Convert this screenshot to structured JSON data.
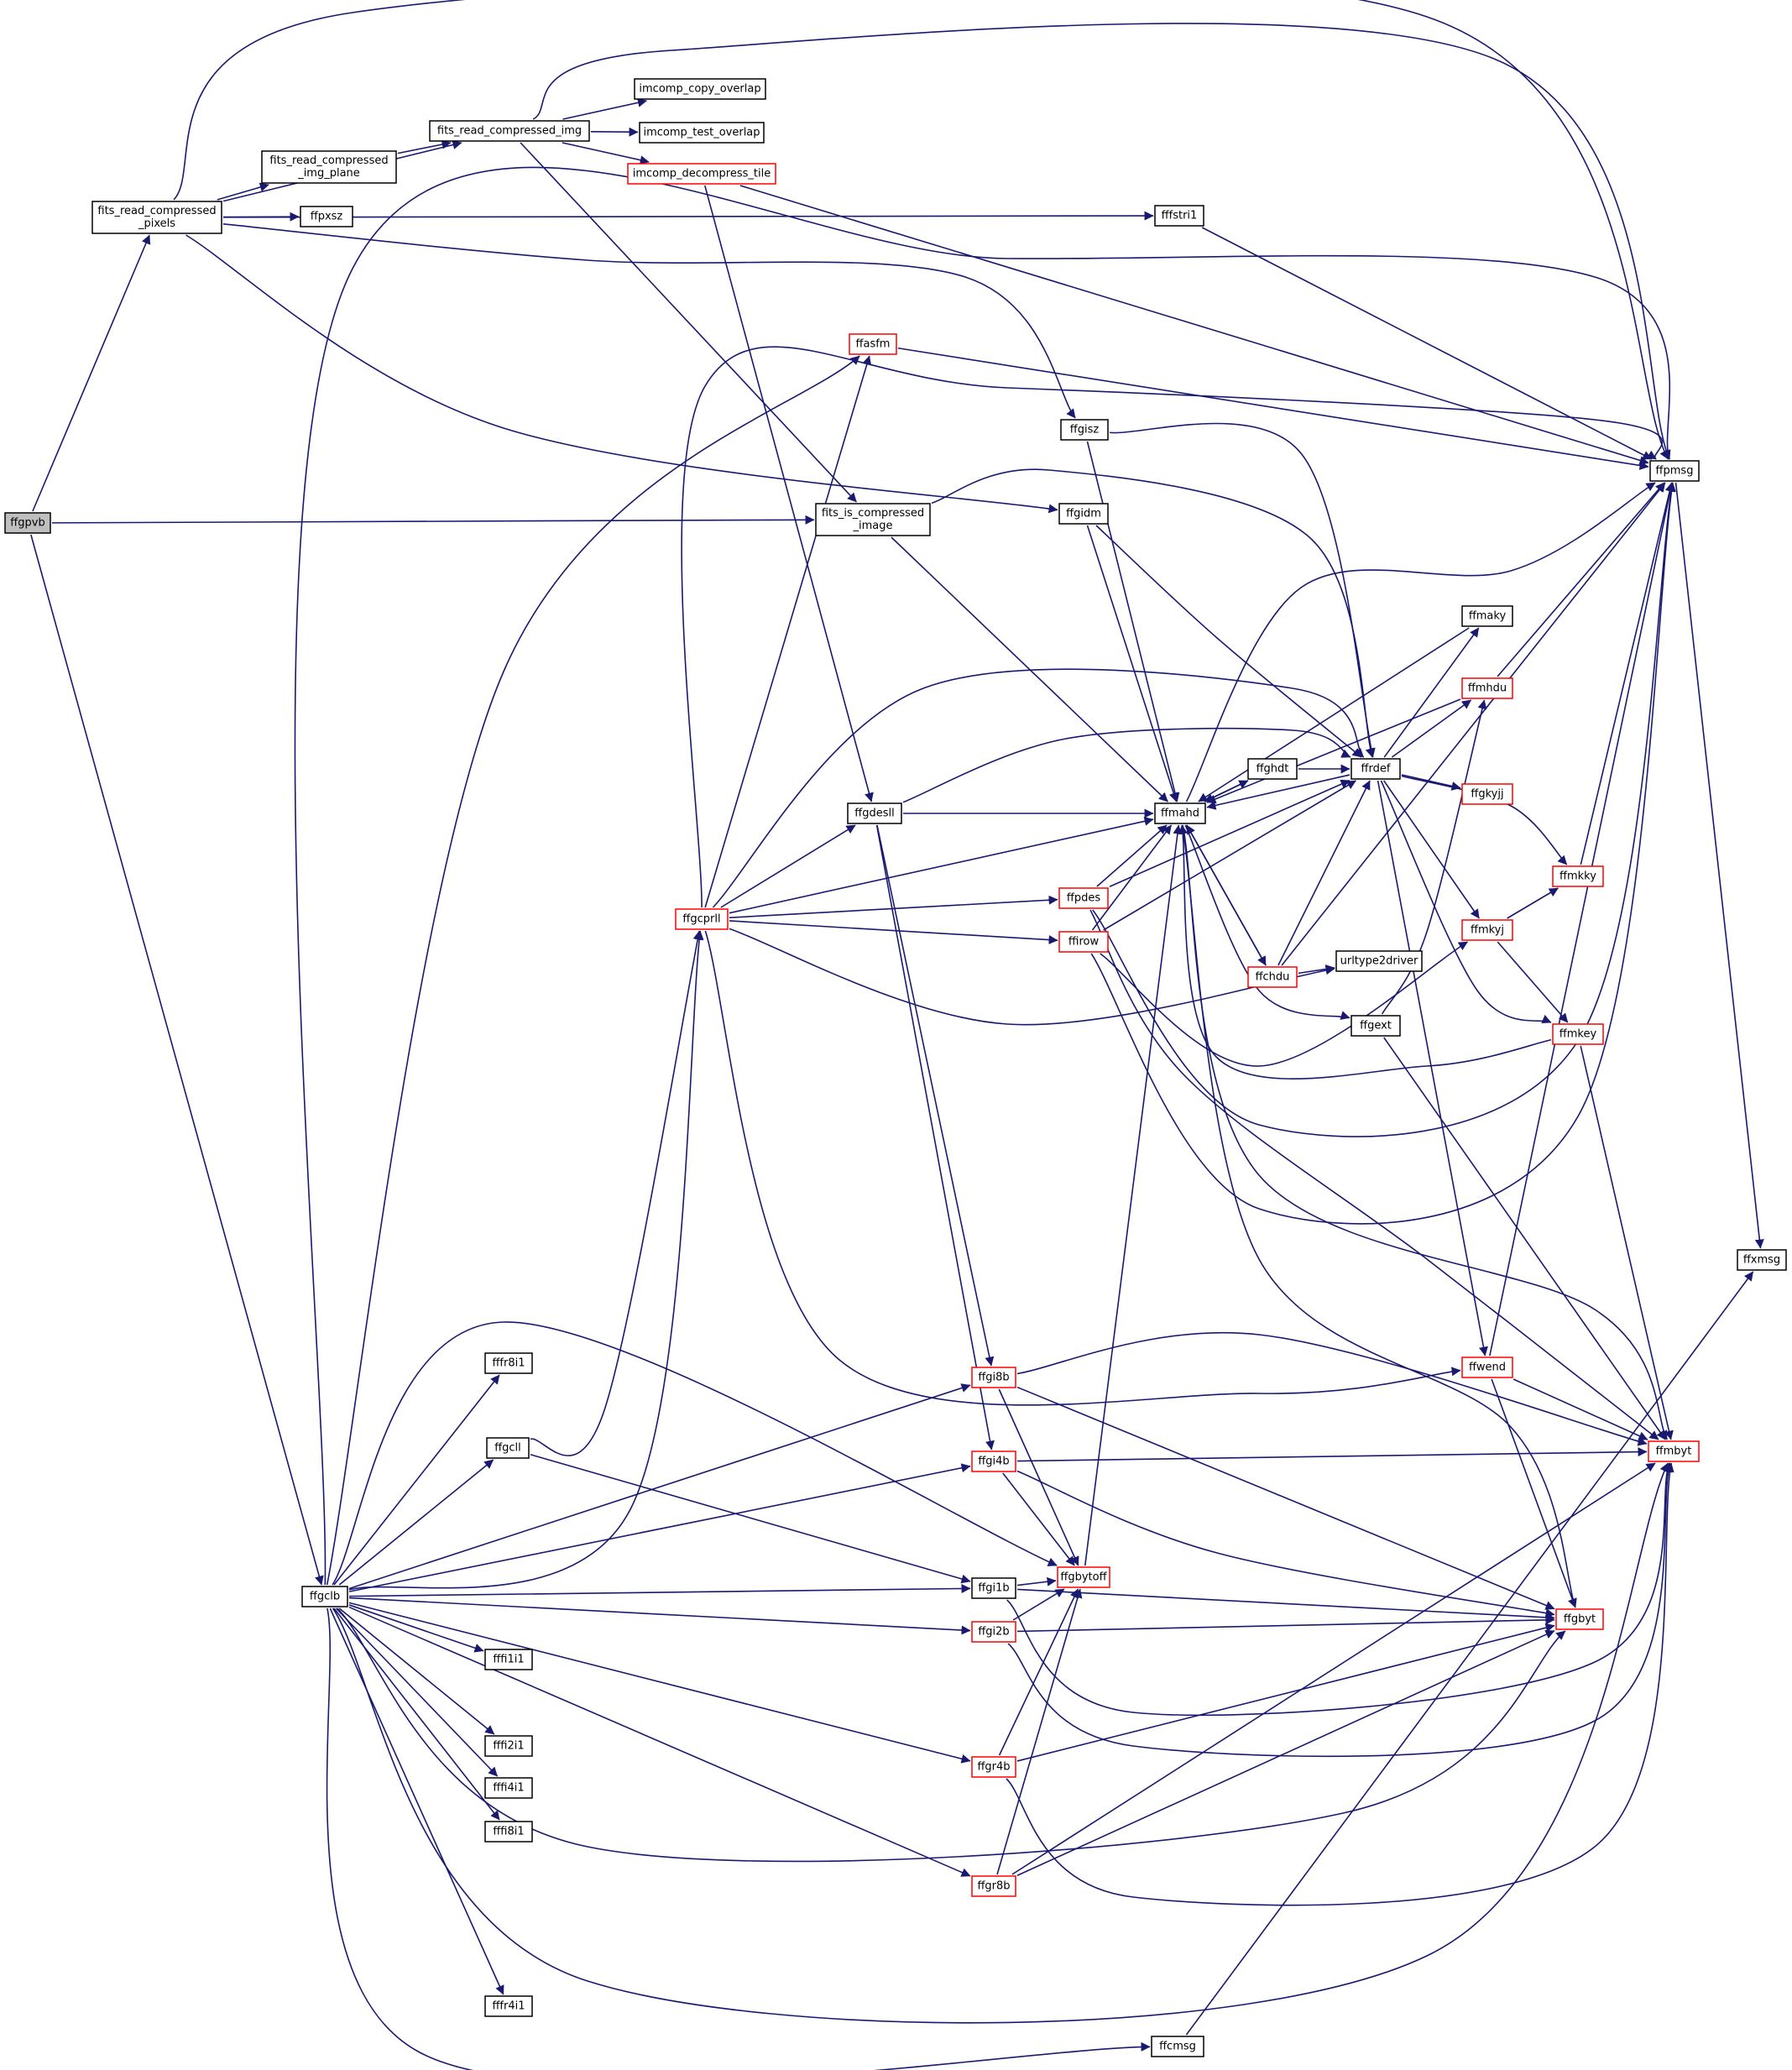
{
  "diagram": {
    "title": "",
    "nodes": [
      {
        "id": "ffgpvb",
        "label": "ffgpvb",
        "root": true
      },
      {
        "id": "frcp",
        "label": "fits_read_compressed\n_pixels"
      },
      {
        "id": "frci",
        "label": "fits_read_compressed_img"
      },
      {
        "id": "frcip",
        "label": "fits_read_compressed\n_img_plane"
      },
      {
        "id": "ffpxsz",
        "label": "ffpxsz"
      },
      {
        "id": "icco",
        "label": "imcomp_copy_overlap"
      },
      {
        "id": "icto",
        "label": "imcomp_test_overlap"
      },
      {
        "id": "icdt",
        "label": "imcomp_decompress_tile",
        "truncated": true
      },
      {
        "id": "ffstri1",
        "label": "fffstri1"
      },
      {
        "id": "ffasfm",
        "label": "ffasfm",
        "truncated": true
      },
      {
        "id": "ffgisz",
        "label": "ffgisz"
      },
      {
        "id": "ffpmsg",
        "label": "ffpmsg"
      },
      {
        "id": "fici",
        "label": "fits_is_compressed\n_image"
      },
      {
        "id": "ffgidm",
        "label": "ffgidm"
      },
      {
        "id": "ffmaky",
        "label": "ffmaky"
      },
      {
        "id": "ffmhdu",
        "label": "ffmhdu",
        "truncated": true
      },
      {
        "id": "ffghdt",
        "label": "ffghdt"
      },
      {
        "id": "ffrdef",
        "label": "ffrdef"
      },
      {
        "id": "ffgkyjj",
        "label": "ffgkyjj",
        "truncated": true
      },
      {
        "id": "ffgdesll",
        "label": "ffgdesll"
      },
      {
        "id": "ffmahd",
        "label": "ffmahd"
      },
      {
        "id": "ffmkky",
        "label": "ffmkky",
        "truncated": true
      },
      {
        "id": "ffgcprll",
        "label": "ffgcprll",
        "truncated": true
      },
      {
        "id": "ffpdes",
        "label": "ffpdes",
        "truncated": true
      },
      {
        "id": "ffirow",
        "label": "ffirow",
        "truncated": true
      },
      {
        "id": "ffmkyj",
        "label": "ffmkyj",
        "truncated": true
      },
      {
        "id": "ffchdu",
        "label": "ffchdu",
        "truncated": true
      },
      {
        "id": "urltype2driver",
        "label": "urltype2driver"
      },
      {
        "id": "ffgext",
        "label": "ffgext"
      },
      {
        "id": "ffmkey",
        "label": "ffmkey",
        "truncated": true
      },
      {
        "id": "ffxmsg",
        "label": "ffxmsg"
      },
      {
        "id": "fffr8i1",
        "label": "fffr8i1"
      },
      {
        "id": "ffgi8b",
        "label": "ffgi8b",
        "truncated": true
      },
      {
        "id": "ffwend",
        "label": "ffwend",
        "truncated": true
      },
      {
        "id": "ffgcll",
        "label": "ffgcll"
      },
      {
        "id": "ffmbyt",
        "label": "ffmbyt",
        "truncated": true
      },
      {
        "id": "ffgi4b",
        "label": "ffgi4b",
        "truncated": true
      },
      {
        "id": "ffgbytoff",
        "label": "ffgbytoff",
        "truncated": true
      },
      {
        "id": "ffgclb",
        "label": "ffgclb"
      },
      {
        "id": "ffgi1b",
        "label": "ffgi1b"
      },
      {
        "id": "ffgbyt",
        "label": "ffgbyt",
        "truncated": true
      },
      {
        "id": "ffgi2b",
        "label": "ffgi2b",
        "truncated": true
      },
      {
        "id": "fffi1i1",
        "label": "fffi1i1"
      },
      {
        "id": "fffi2i1",
        "label": "fffi2i1"
      },
      {
        "id": "ffgr4b",
        "label": "ffgr4b",
        "truncated": true
      },
      {
        "id": "fffi4i1",
        "label": "fffi4i1"
      },
      {
        "id": "fffi8i1",
        "label": "fffi8i1"
      },
      {
        "id": "ffgr8b",
        "label": "ffgr8b",
        "truncated": true
      },
      {
        "id": "fffr4i1",
        "label": "fffr4i1"
      },
      {
        "id": "ffcmsg",
        "label": "ffcmsg"
      }
    ],
    "edges": [
      [
        "ffgpvb",
        "frcp"
      ],
      [
        "ffgpvb",
        "fici"
      ],
      [
        "ffgpvb",
        "ffgclb"
      ],
      [
        "frcp",
        "frci"
      ],
      [
        "frcp",
        "frcip"
      ],
      [
        "frcp",
        "ffpxsz"
      ],
      [
        "frcp",
        "ffstri1"
      ],
      [
        "frcp",
        "ffgisz"
      ],
      [
        "frcp",
        "ffgidm"
      ],
      [
        "frcp",
        "ffpmsg"
      ],
      [
        "frcip",
        "frci"
      ],
      [
        "frci",
        "icco"
      ],
      [
        "frci",
        "icto"
      ],
      [
        "frci",
        "icdt"
      ],
      [
        "frci",
        "fici"
      ],
      [
        "frci",
        "ffpmsg"
      ],
      [
        "icdt",
        "ffgdesll"
      ],
      [
        "icdt",
        "ffpmsg"
      ],
      [
        "ffstri1",
        "ffpmsg"
      ],
      [
        "ffasfm",
        "ffpmsg"
      ],
      [
        "ffgisz",
        "ffmahd"
      ],
      [
        "ffgisz",
        "ffrdef"
      ],
      [
        "fici",
        "ffmahd"
      ],
      [
        "fici",
        "ffrdef"
      ],
      [
        "ffgidm",
        "ffmahd"
      ],
      [
        "ffgidm",
        "ffrdef"
      ],
      [
        "ffpmsg",
        "ffxmsg"
      ],
      [
        "ffmaky",
        "ffmahd"
      ],
      [
        "ffmhdu",
        "ffpmsg"
      ],
      [
        "ffmhdu",
        "ffmahd"
      ],
      [
        "ffghdt",
        "ffrdef"
      ],
      [
        "ffghdt",
        "ffmahd"
      ],
      [
        "ffrdef",
        "ffmahd"
      ],
      [
        "ffrdef",
        "ffmaky"
      ],
      [
        "ffrdef",
        "ffmhdu"
      ],
      [
        "ffrdef",
        "ffgkyjj"
      ],
      [
        "ffrdef",
        "ffmkky"
      ],
      [
        "ffrdef",
        "ffmkyj"
      ],
      [
        "ffrdef",
        "ffmkey"
      ],
      [
        "ffrdef",
        "ffwend"
      ],
      [
        "ffgdesll",
        "ffmahd"
      ],
      [
        "ffgdesll",
        "ffrdef"
      ],
      [
        "ffgdesll",
        "ffgi8b"
      ],
      [
        "ffgdesll",
        "ffgi4b"
      ],
      [
        "ffmahd",
        "ffghdt"
      ],
      [
        "ffmahd",
        "ffchdu"
      ],
      [
        "ffmahd",
        "ffgext"
      ],
      [
        "ffmahd",
        "ffpmsg"
      ],
      [
        "ffmahd",
        "ffmbyt"
      ],
      [
        "ffmahd",
        "ffgbyt"
      ],
      [
        "ffmkky",
        "ffpmsg"
      ],
      [
        "ffmkyj",
        "ffmkky"
      ],
      [
        "ffmkyj",
        "ffmkey"
      ],
      [
        "ffmkey",
        "ffmahd"
      ],
      [
        "ffmkey",
        "ffmbyt"
      ],
      [
        "ffgcprll",
        "ffasfm"
      ],
      [
        "ffgcprll",
        "ffgdesll"
      ],
      [
        "ffgcprll",
        "ffmahd"
      ],
      [
        "ffgcprll",
        "ffpdes"
      ],
      [
        "ffgcprll",
        "ffirow"
      ],
      [
        "ffgcprll",
        "ffrdef"
      ],
      [
        "ffgcprll",
        "urltype2driver"
      ],
      [
        "ffgcprll",
        "ffwend"
      ],
      [
        "ffgcprll",
        "ffpmsg"
      ],
      [
        "ffpdes",
        "ffmahd"
      ],
      [
        "ffpdes",
        "ffrdef"
      ],
      [
        "ffpdes",
        "ffpmsg"
      ],
      [
        "ffpdes",
        "ffmbyt"
      ],
      [
        "ffirow",
        "ffmahd"
      ],
      [
        "ffirow",
        "ffrdef"
      ],
      [
        "ffirow",
        "ffmkyj"
      ],
      [
        "ffirow",
        "ffpmsg"
      ],
      [
        "ffchdu",
        "ffmahd"
      ],
      [
        "ffchdu",
        "ffrdef"
      ],
      [
        "ffchdu",
        "urltype2driver"
      ],
      [
        "ffchdu",
        "ffpmsg"
      ],
      [
        "ffgext",
        "ffmhdu"
      ],
      [
        "ffgext",
        "ffmbyt"
      ],
      [
        "ffwend",
        "ffpmsg"
      ],
      [
        "ffwend",
        "ffmbyt"
      ],
      [
        "ffwend",
        "ffgbyt"
      ],
      [
        "ffgi8b",
        "ffgbytoff"
      ],
      [
        "ffgi8b",
        "ffmbyt"
      ],
      [
        "ffgi8b",
        "ffgbyt"
      ],
      [
        "ffgi4b",
        "ffgbytoff"
      ],
      [
        "ffgi4b",
        "ffmbyt"
      ],
      [
        "ffgi4b",
        "ffgbyt"
      ],
      [
        "ffgbytoff",
        "ffmahd"
      ],
      [
        "ffgi1b",
        "ffgbytoff"
      ],
      [
        "ffgi1b",
        "ffgbyt"
      ],
      [
        "ffgi1b",
        "ffmbyt"
      ],
      [
        "ffgi2b",
        "ffgbytoff"
      ],
      [
        "ffgi2b",
        "ffgbyt"
      ],
      [
        "ffgi2b",
        "ffmbyt"
      ],
      [
        "ffgr4b",
        "ffgbytoff"
      ],
      [
        "ffgr4b",
        "ffgbyt"
      ],
      [
        "ffgr4b",
        "ffmbyt"
      ],
      [
        "ffgr8b",
        "ffgbytoff"
      ],
      [
        "ffgr8b",
        "ffgbyt"
      ],
      [
        "ffgr8b",
        "ffmbyt"
      ],
      [
        "ffgcll",
        "ffgcprll"
      ],
      [
        "ffgcll",
        "ffgi1b"
      ],
      [
        "ffgclb",
        "ffgcprll"
      ],
      [
        "ffgclb",
        "ffgcll"
      ],
      [
        "ffgclb",
        "fffr8i1"
      ],
      [
        "ffgclb",
        "fffr4i1"
      ],
      [
        "ffgclb",
        "fffi1i1"
      ],
      [
        "ffgclb",
        "fffi2i1"
      ],
      [
        "ffgclb",
        "fffi4i1"
      ],
      [
        "ffgclb",
        "fffi8i1"
      ],
      [
        "ffgclb",
        "ffgi8b"
      ],
      [
        "ffgclb",
        "ffgi4b"
      ],
      [
        "ffgclb",
        "ffgi1b"
      ],
      [
        "ffgclb",
        "ffgi2b"
      ],
      [
        "ffgclb",
        "ffgr4b"
      ],
      [
        "ffgclb",
        "ffgr8b"
      ],
      [
        "ffgclb",
        "ffgbytoff"
      ],
      [
        "ffgclb",
        "ffgbyt"
      ],
      [
        "ffgclb",
        "ffmbyt"
      ],
      [
        "ffgclb",
        "ffasfm"
      ],
      [
        "ffgclb",
        "ffpmsg"
      ],
      [
        "ffgclb",
        "ffcmsg"
      ],
      [
        "ffcmsg",
        "ffxmsg"
      ]
    ],
    "colors": {
      "edge": "#191970",
      "node_border": "#000000",
      "truncated_border": "#ff0000",
      "root_fill": "#bfbfbf"
    }
  }
}
